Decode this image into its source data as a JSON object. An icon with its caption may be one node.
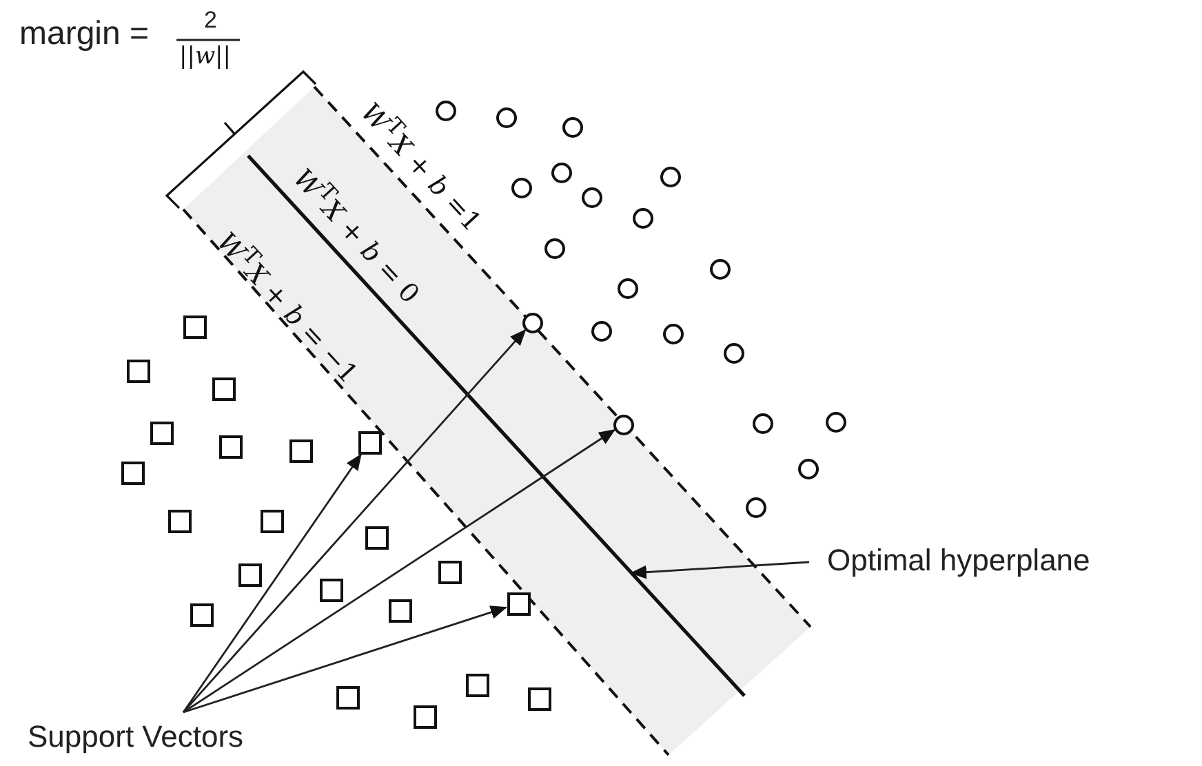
{
  "diagram": {
    "nodes": [
      {
        "text": [],
        "shape": "circle"
      },
      {
        "text": [],
        "shape": "circle"
      },
      {
        "text": [],
        "shape": "circle"
      },
      {
        "text": [],
        "shape": "circle"
      },
      {
        "text": [],
        "shape": "circle"
      },
      {
        "text": [],
        "shape": "circle"
      },
      {
        "text": [],
        "shape": "circle"
      },
      {
        "text": [],
        "shape": "circle"
      },
      {
        "text": [],
        "shape": "circle"
      },
      {
        "text": [],
        "shape": "circle"
      },
      {
        "text": [],
        "shape": "circle"
      },
      {
        "text": [],
        "shape": "circle"
      },
      {
        "text": [],
        "shape": "circle"
      },
      {
        "text": [],
        "shape": "circle"
      },
      {
        "text": [],
        "shape": "circle"
      },
      {
        "text": [],
        "shape": "circle"
      },
      {
        "text": [],
        "shape": "circle"
      },
      {
        "text": [],
        "shape": "circle"
      },
      {
        "text": [],
        "shape": "circle"
      },
      {
        "text": [],
        "shape": "circle"
      },
      {
        "text": [],
        "shape": "box"
      },
      {
        "text": [],
        "shape": "box"
      },
      {
        "text": [],
        "shape": "box"
      },
      {
        "text": [],
        "shape": "box"
      },
      {
        "text": [],
        "shape": "box"
      },
      {
        "text": [],
        "shape": "box"
      },
      {
        "text": [],
        "shape": "box"
      },
      {
        "text": [],
        "shape": "box"
      },
      {
        "text": [],
        "shape": "box"
      },
      {
        "text": [],
        "shape": "box"
      },
      {
        "text": [],
        "shape": "box"
      },
      {
        "text": [],
        "shape": "box"
      },
      {
        "text": [],
        "shape": "box"
      },
      {
        "text": [],
        "shape": "box"
      },
      {
        "text": [],
        "shape": "box"
      },
      {
        "text": [],
        "shape": "box"
      },
      {
        "text": [],
        "shape": "box"
      },
      {
        "text": [],
        "shape": "box"
      },
      {
        "text": [],
        "shape": "box"
      },
      {
        "text": [],
        "shape": "box"
      },
      {
        "text": [],
        "shape": "box"
      },
      {
        "text": [
          "Optimal hyperplane"
        ]
      },
      {
        "text": [
          "Support Vectors"
        ]
      }
    ],
    "edges": [
      {
        "from": 42,
        "to": 24,
        "arrow": "to"
      },
      {
        "from": 42,
        "to": 11,
        "arrow": "to"
      },
      {
        "from": 42,
        "to": 17,
        "arrow": "to"
      },
      {
        "from": 42,
        "to": 34,
        "arrow": "to"
      },
      {
        "from": 41,
        "to": null,
        "arrow": "to"
      }
    ],
    "labels": [
      "margin =",
      "2",
      "||*w*||",
      "*W*$^{T}$*X* + *b* =1",
      "*W*$^{T}$*X* + *b* = 0",
      "*W*$^{T}$*X* + *b* = −1"
    ]
  }
}
